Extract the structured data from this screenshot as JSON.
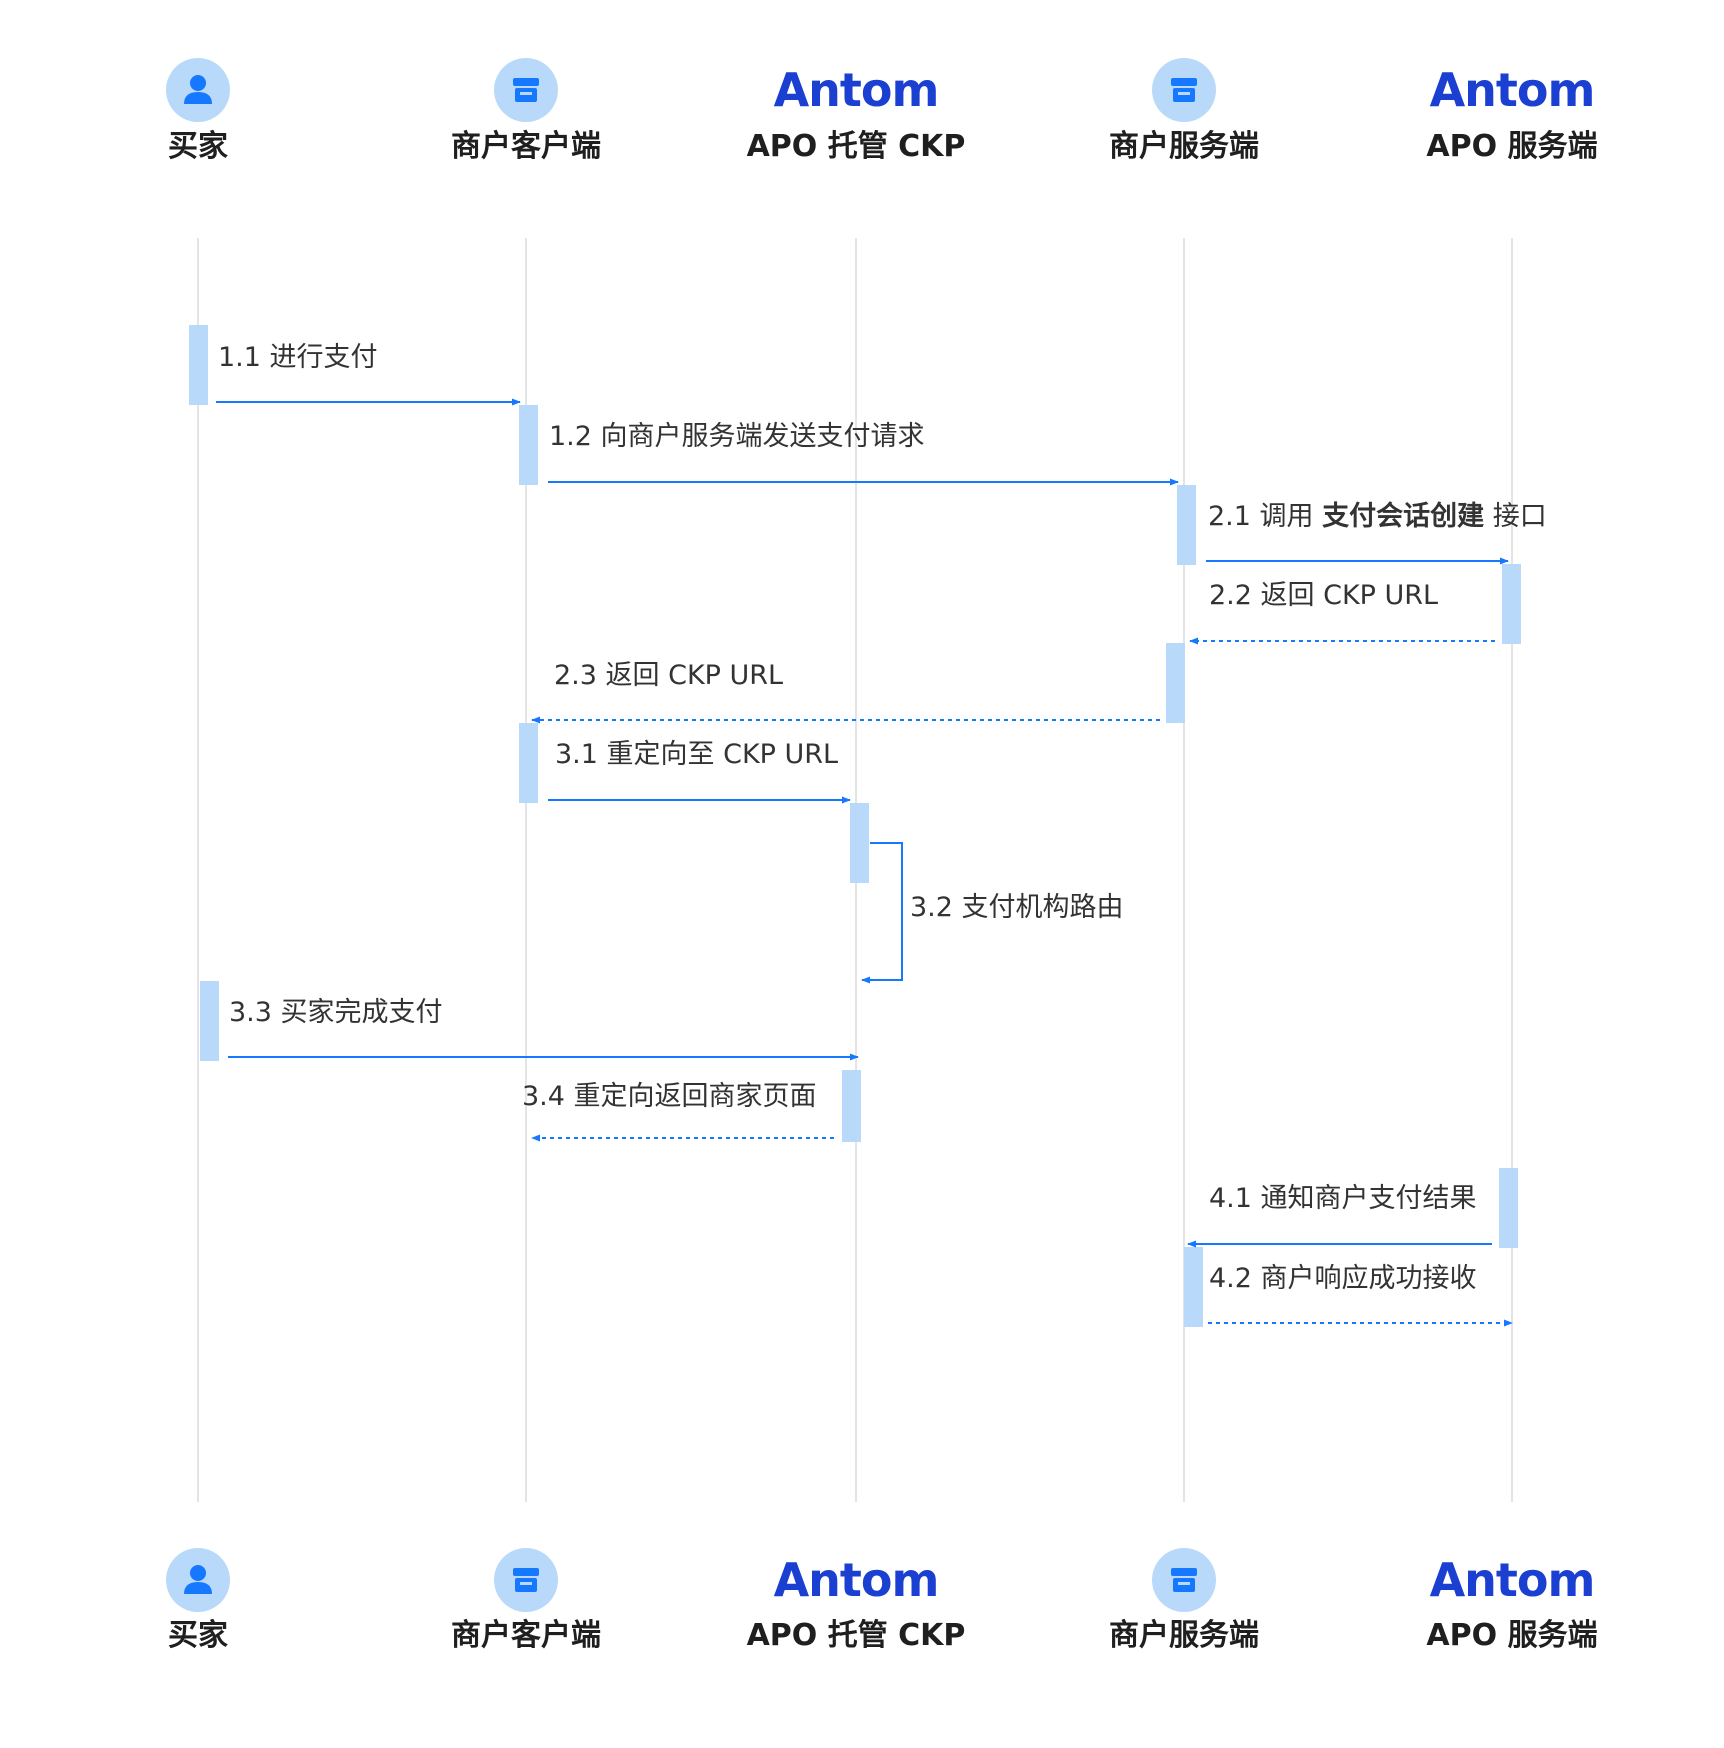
{
  "colors": {
    "lifeline": "#e4e4e4",
    "activation": "#b9d9fb",
    "arrow": "#1677ff",
    "icon_bg": "#b9d9fb",
    "icon_fg": "#1677ff",
    "logo": "#1a3fd1",
    "text": "#1f1f1f"
  },
  "participants": [
    {
      "id": "buyer",
      "name": "买家",
      "icon": "user-icon"
    },
    {
      "id": "merchant_client",
      "name": "商户客户端",
      "icon": "store-icon"
    },
    {
      "id": "apo_ckp",
      "name": "APO 托管 CKP",
      "icon": "antom-logo",
      "logo_text": "Antom"
    },
    {
      "id": "merchant_server",
      "name": "商户服务端",
      "icon": "store-icon"
    },
    {
      "id": "apo_server",
      "name": "APO 服务端",
      "icon": "antom-logo",
      "logo_text": "Antom"
    }
  ],
  "messages": [
    {
      "step": "1.1",
      "from": "buyer",
      "to": "merchant_client",
      "style": "solid",
      "label": [
        "1.1 进行支付"
      ]
    },
    {
      "step": "1.2",
      "from": "merchant_client",
      "to": "merchant_server",
      "style": "solid",
      "label": [
        "1.2 向商户服务端发送支付请求"
      ]
    },
    {
      "step": "2.1",
      "from": "merchant_server",
      "to": "apo_server",
      "style": "solid",
      "label": [
        "2.1 调用 ",
        "支付会话创建",
        " 接口"
      ]
    },
    {
      "step": "2.2",
      "from": "apo_server",
      "to": "merchant_server",
      "style": "dashed",
      "label": [
        "2.2 返回 CKP URL"
      ]
    },
    {
      "step": "2.3",
      "from": "merchant_server",
      "to": "merchant_client",
      "style": "dashed",
      "label": [
        "2.3 返回 CKP URL"
      ]
    },
    {
      "step": "3.1",
      "from": "merchant_client",
      "to": "apo_ckp",
      "style": "solid",
      "label": [
        "3.1 重定向至 CKP URL"
      ]
    },
    {
      "step": "3.2",
      "from": "apo_ckp",
      "to": "apo_ckp",
      "style": "self",
      "label": [
        "3.2 支付机构路由"
      ]
    },
    {
      "step": "3.3",
      "from": "buyer",
      "to": "apo_ckp",
      "style": "solid",
      "label": [
        "3.3 买家完成支付"
      ]
    },
    {
      "step": "3.4",
      "from": "apo_ckp",
      "to": "merchant_client",
      "style": "dashed",
      "label": [
        "3.4 重定向返回商家页面"
      ]
    },
    {
      "step": "4.1",
      "from": "apo_server",
      "to": "merchant_server",
      "style": "solid",
      "label": [
        "4.1 通知商户支付结果"
      ]
    },
    {
      "step": "4.2",
      "from": "merchant_server",
      "to": "apo_server",
      "style": "dashed",
      "label": [
        "4.2 商户响应成功接收"
      ]
    }
  ]
}
